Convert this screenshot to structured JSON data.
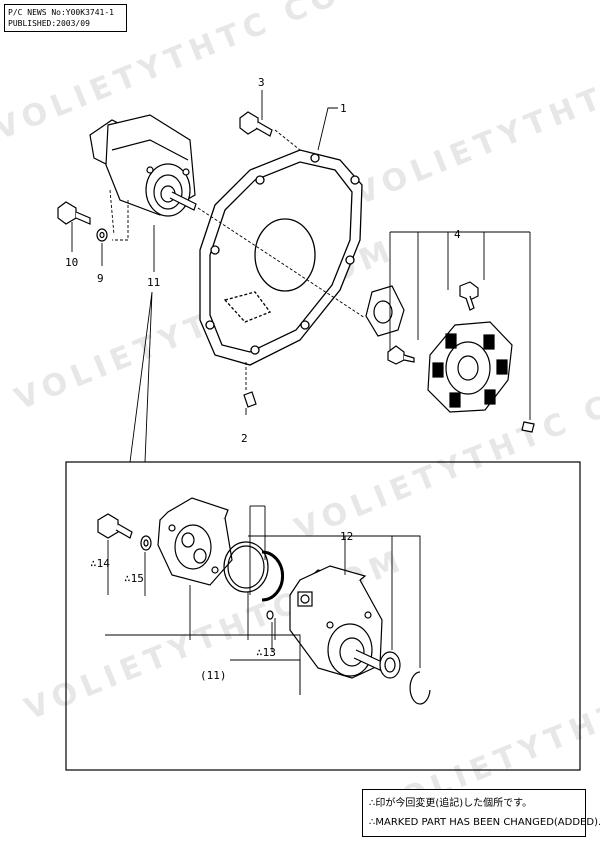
{
  "header": {
    "news_line": "P/C NEWS No:Y00K3741-1",
    "published_line": "PUBLISHED:2003/09"
  },
  "watermark": "VOLIETYTHTC COM",
  "callouts": {
    "c1": "1",
    "c2": "2",
    "c3": "3",
    "c4": "4",
    "c9": "9",
    "c10": "10",
    "c11": "11",
    "c12": "12",
    "c13": "∴13",
    "c14": "∴14",
    "c15": "∴15",
    "c11_paren": "(11)"
  },
  "note": {
    "line_jp": "∴印が今回変更(追記)した個所です。",
    "line_en": "∴MARKED PART HAS BEEN CHANGED(ADDED)."
  },
  "colors": {
    "line": "#000000",
    "watermark": "#e7e7e7"
  }
}
